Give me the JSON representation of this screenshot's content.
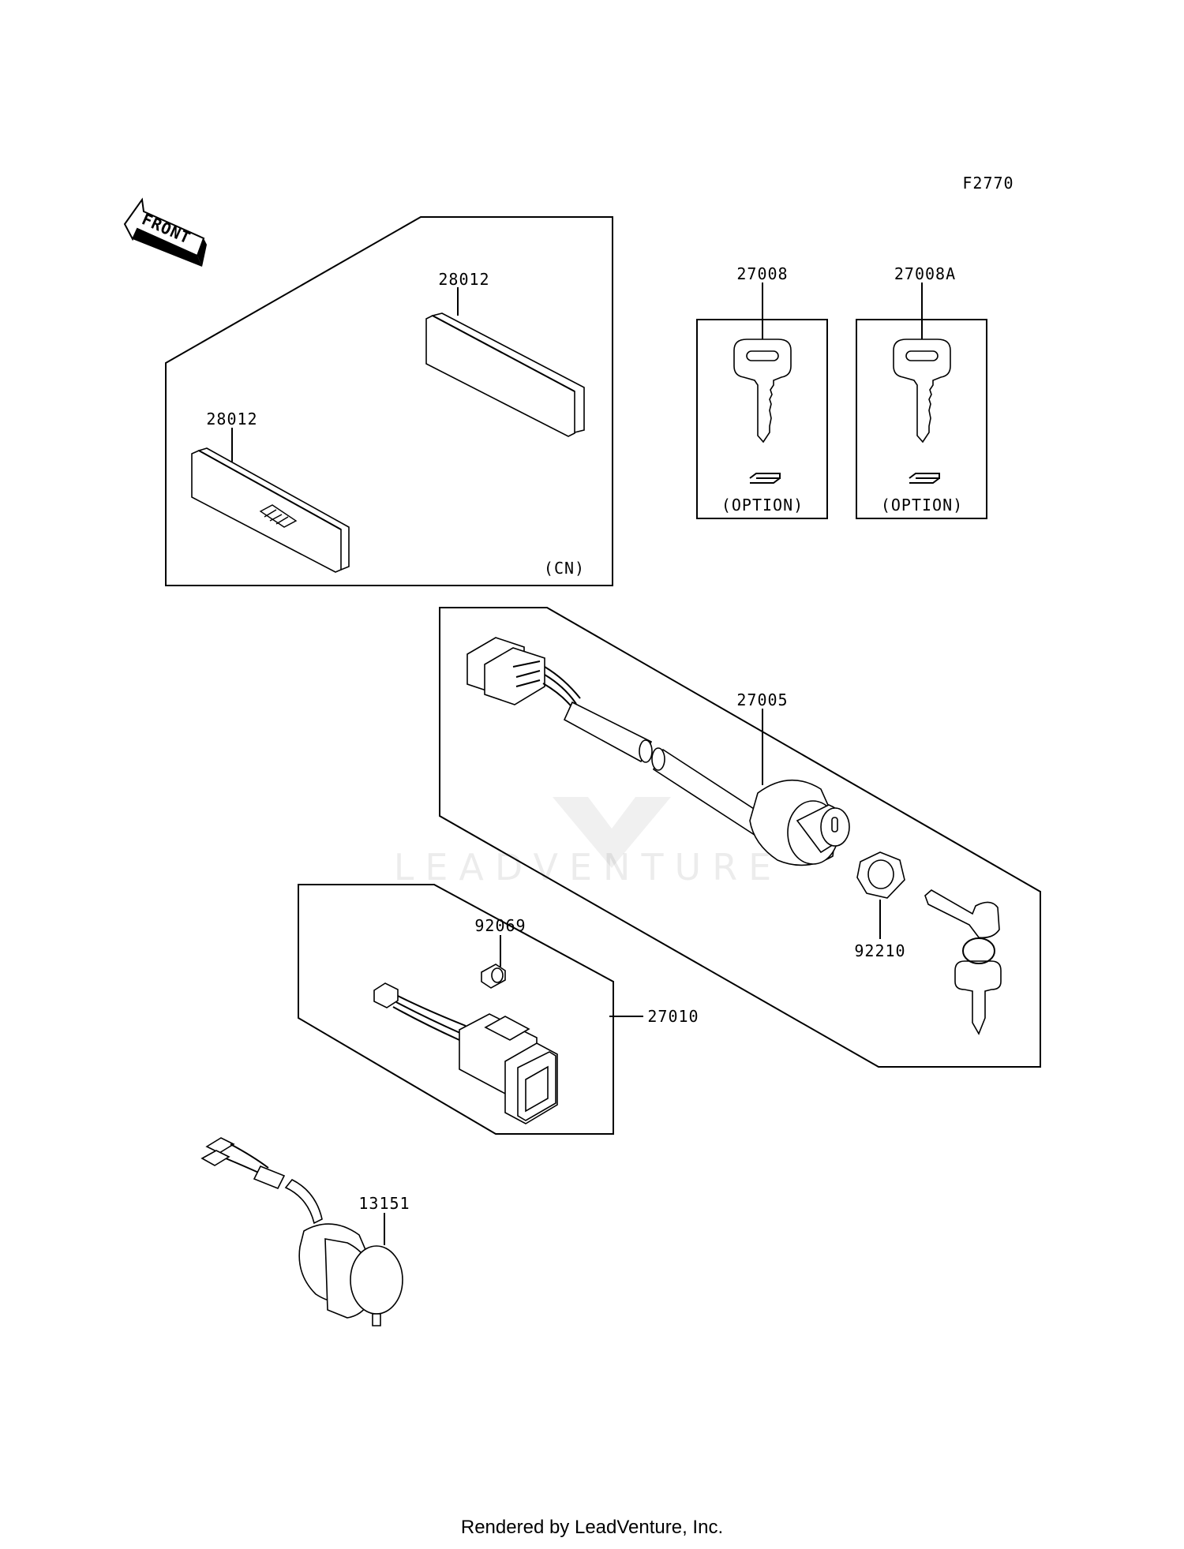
{
  "figure_code": "F2770",
  "front_label": "FRONT",
  "watermark": "LEADVENTURE",
  "footer": "Rendered by LeadVenture, Inc.",
  "callouts": {
    "p28012_top": "28012",
    "p28012_bottom": "28012",
    "cn_note": "(CN)",
    "p27008": "27008",
    "p27008_option": "(OPTION)",
    "p27008A": "27008A",
    "p27008A_option": "(OPTION)",
    "p27005": "27005",
    "p92210": "92210",
    "p92069": "92069",
    "p27010": "27010",
    "p13151": "13151"
  }
}
